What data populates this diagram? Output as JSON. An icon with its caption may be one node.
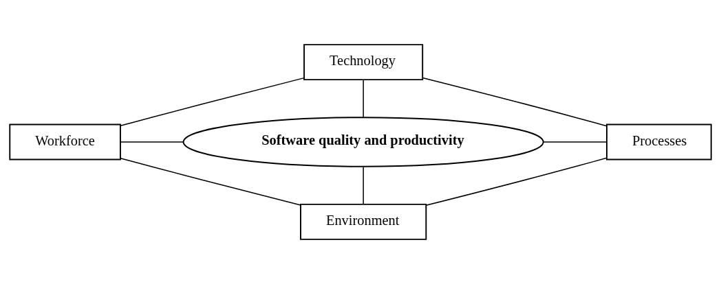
{
  "diagram": {
    "nodes": [
      {
        "text": [
          "Technology"
        ]
      },
      {
        "text": [
          "Workforce"
        ]
      },
      {
        "text": [
          "Software quality and productivity"
        ]
      },
      {
        "text": [
          "Processes"
        ]
      },
      {
        "text": [
          "Environment"
        ]
      }
    ],
    "edges": [
      {
        "from": 0,
        "to": 2,
        "arrow": "none"
      },
      {
        "from": 1,
        "to": 2,
        "arrow": "none"
      },
      {
        "from": 2,
        "to": 3,
        "arrow": "none"
      },
      {
        "from": 2,
        "to": 4,
        "arrow": "none"
      },
      {
        "from": 0,
        "to": 1,
        "arrow": "none"
      },
      {
        "from": 0,
        "to": 3,
        "arrow": "none"
      },
      {
        "from": 1,
        "to": 4,
        "arrow": "none"
      },
      {
        "from": 3,
        "to": 4,
        "arrow": "none"
      }
    ]
  }
}
